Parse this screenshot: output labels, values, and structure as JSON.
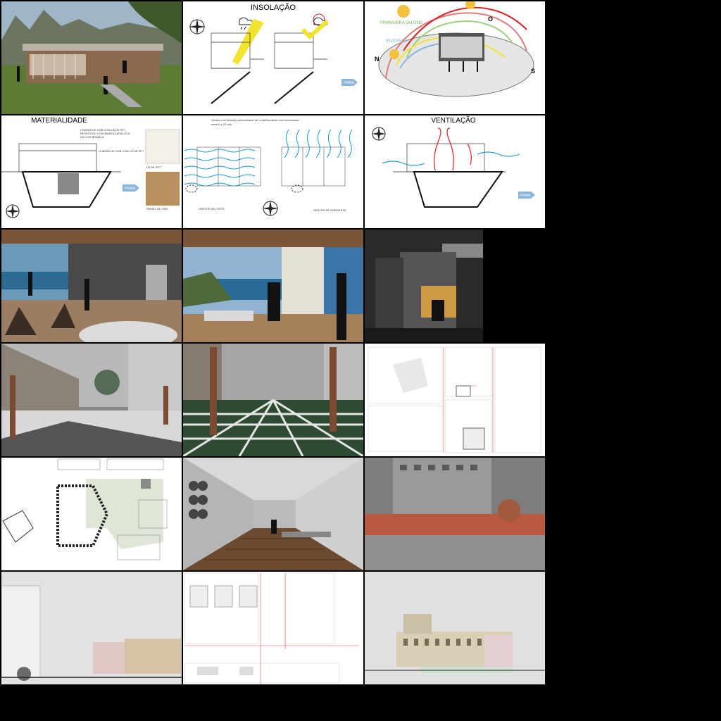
{
  "tiles": {
    "insolacao": {
      "title": "INSOLAÇÃO",
      "arrow": "PRAIA"
    },
    "sunpath": {
      "season_top": "PRIMAVERA OU OND",
      "season_inverno": "INVERNO",
      "north": "N",
      "west": "O",
      "south": "S"
    },
    "materialidade": {
      "title": "MATERIALIDADE",
      "note1": "CHAPAS DE OSB COM LÃ DE PET",
      "note2": "REVESTIDO COM MANTA ASFÁLTICA",
      "note3": "NA COR BRANCA",
      "note4": "CHAPAS DE OSB COM LÃ DE PET",
      "sample1": "LÃ DE PET",
      "sample2": "PAINEL DE OSB",
      "arrow": "PRAIA"
    },
    "ventos": {
      "caption1": "Ventos com direção predominante de Leste/Nordeste com intensidade",
      "caption2": "entre 6 e 20 nós",
      "label_leste": "VENTOS DE LESTE",
      "label_nordeste": "VENTOS DE NORDESTE"
    },
    "ventilacao": {
      "title": "VENTILAÇÃO",
      "arrow": "PRAIA"
    }
  },
  "colors": {
    "background": "#000000",
    "sun_yellow": "#f2e32e",
    "wind_blue": "#1a9ad6",
    "hot_red": "#d8232a",
    "drawing_red": "#d9534f"
  }
}
